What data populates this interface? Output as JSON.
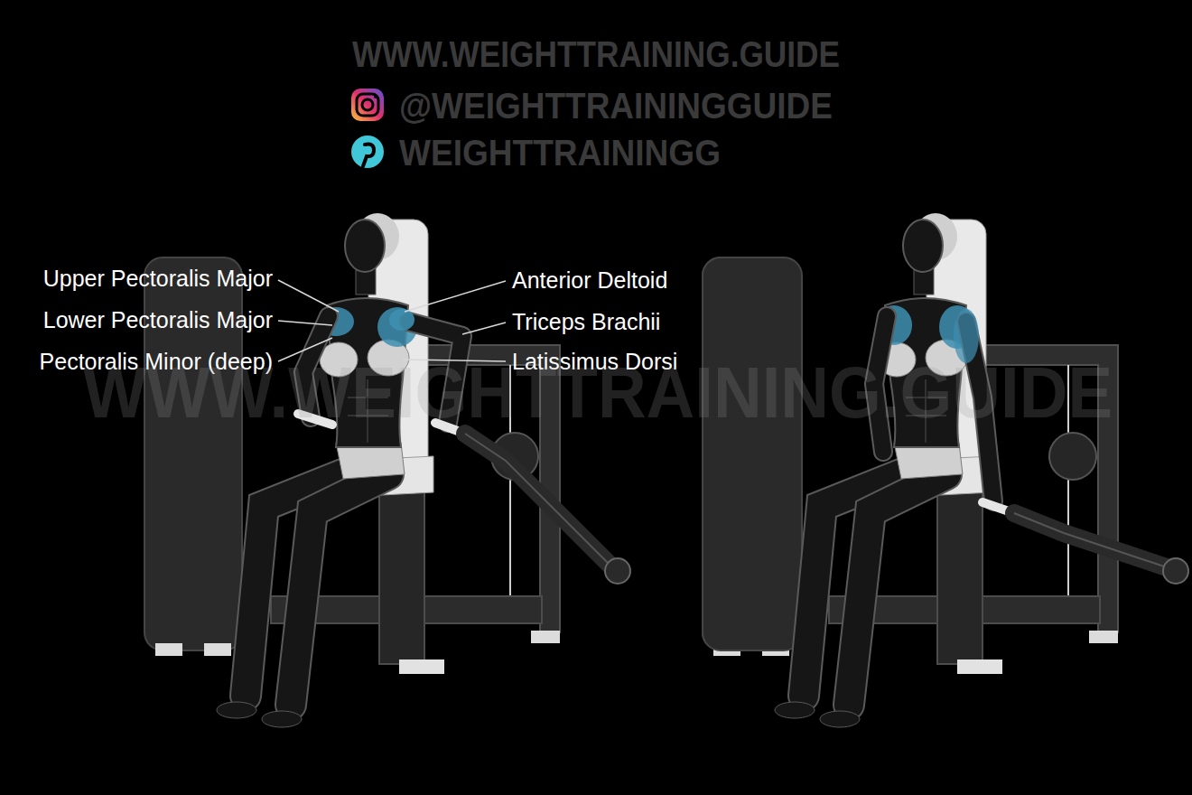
{
  "diagram": {
    "labels": [
      "WWW.WEIGHTTRAINING.GUIDE",
      "@WEIGHTTRAININGGUIDE",
      "WEIGHTTRAININGG",
      "Upper Pectoralis Major",
      "Lower Pectoralis Major",
      "Pectoralis Minor (deep)",
      "Anterior Deltoid",
      "Triceps Brachii",
      "Latissimus Dorsi",
      "WWW.WEIGHTTRAINING.GUIDE"
    ]
  }
}
